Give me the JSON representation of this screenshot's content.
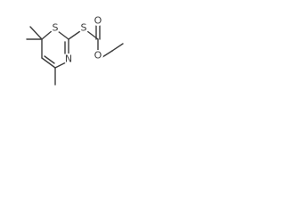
{
  "structure": {
    "atoms": {
      "ring_sulfur": "S",
      "thio_sulfur": "S",
      "ring_nitrogen": "N",
      "carbonyl_oxygen": "O",
      "ester_oxygen": "O"
    }
  },
  "colors": {
    "ink": "#3c3c3c",
    "background": "#ffffff"
  }
}
